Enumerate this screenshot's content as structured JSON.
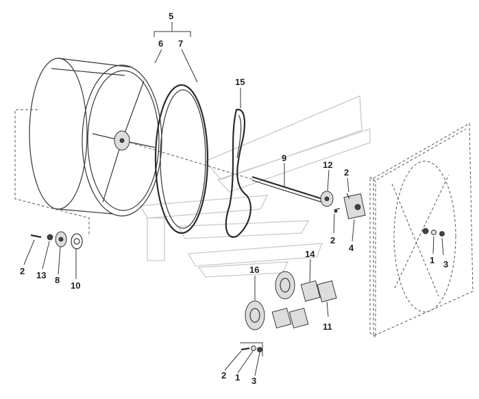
{
  "callouts": {
    "c5": "5",
    "c6": "6",
    "c7": "7",
    "c15": "15",
    "c9": "9",
    "c12": "12",
    "c2_shaft": "2",
    "c2_hub": "2",
    "c4": "4",
    "c1_frame": "1",
    "c3_frame": "3",
    "c2_left": "2",
    "c13": "13",
    "c8": "8",
    "c10": "10",
    "c16": "16",
    "c14": "14",
    "c11": "11",
    "c2_bottom": "2",
    "c1_bottom": "1",
    "c3_bottom": "3"
  }
}
